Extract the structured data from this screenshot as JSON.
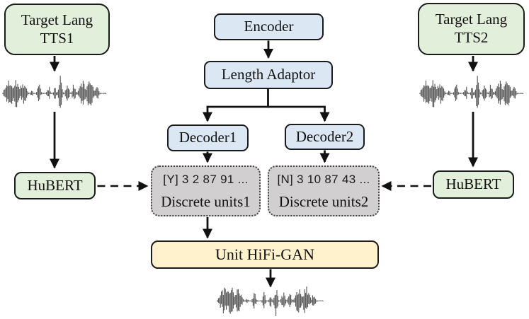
{
  "colors": {
    "green": "#E2EFDA",
    "blue": "#DBE8F4",
    "gray": "#D1CFCF",
    "yellow": "#FFF2CC",
    "line": "#111111",
    "waveform": "#545454"
  },
  "nodes": {
    "tts1": {
      "label": "Target Lang\nTTS1"
    },
    "tts2": {
      "label": "Target Lang\nTTS2"
    },
    "encoder": {
      "label": "Encoder"
    },
    "length_adaptor": {
      "label": "Length Adaptor"
    },
    "decoder1": {
      "label": "Decoder1"
    },
    "decoder2": {
      "label": "Decoder2"
    },
    "units1": {
      "units_line": "[Y] 3 2 87 91 ...",
      "label": "Discrete units1"
    },
    "units2": {
      "units_line": "[N] 3 10 87 43 ...",
      "label": "Discrete units2"
    },
    "hubert_left": {
      "label": "HuBERT"
    },
    "hubert_right": {
      "label": "HuBERT"
    },
    "hifigan": {
      "label": "Unit HiFi-GAN"
    }
  }
}
